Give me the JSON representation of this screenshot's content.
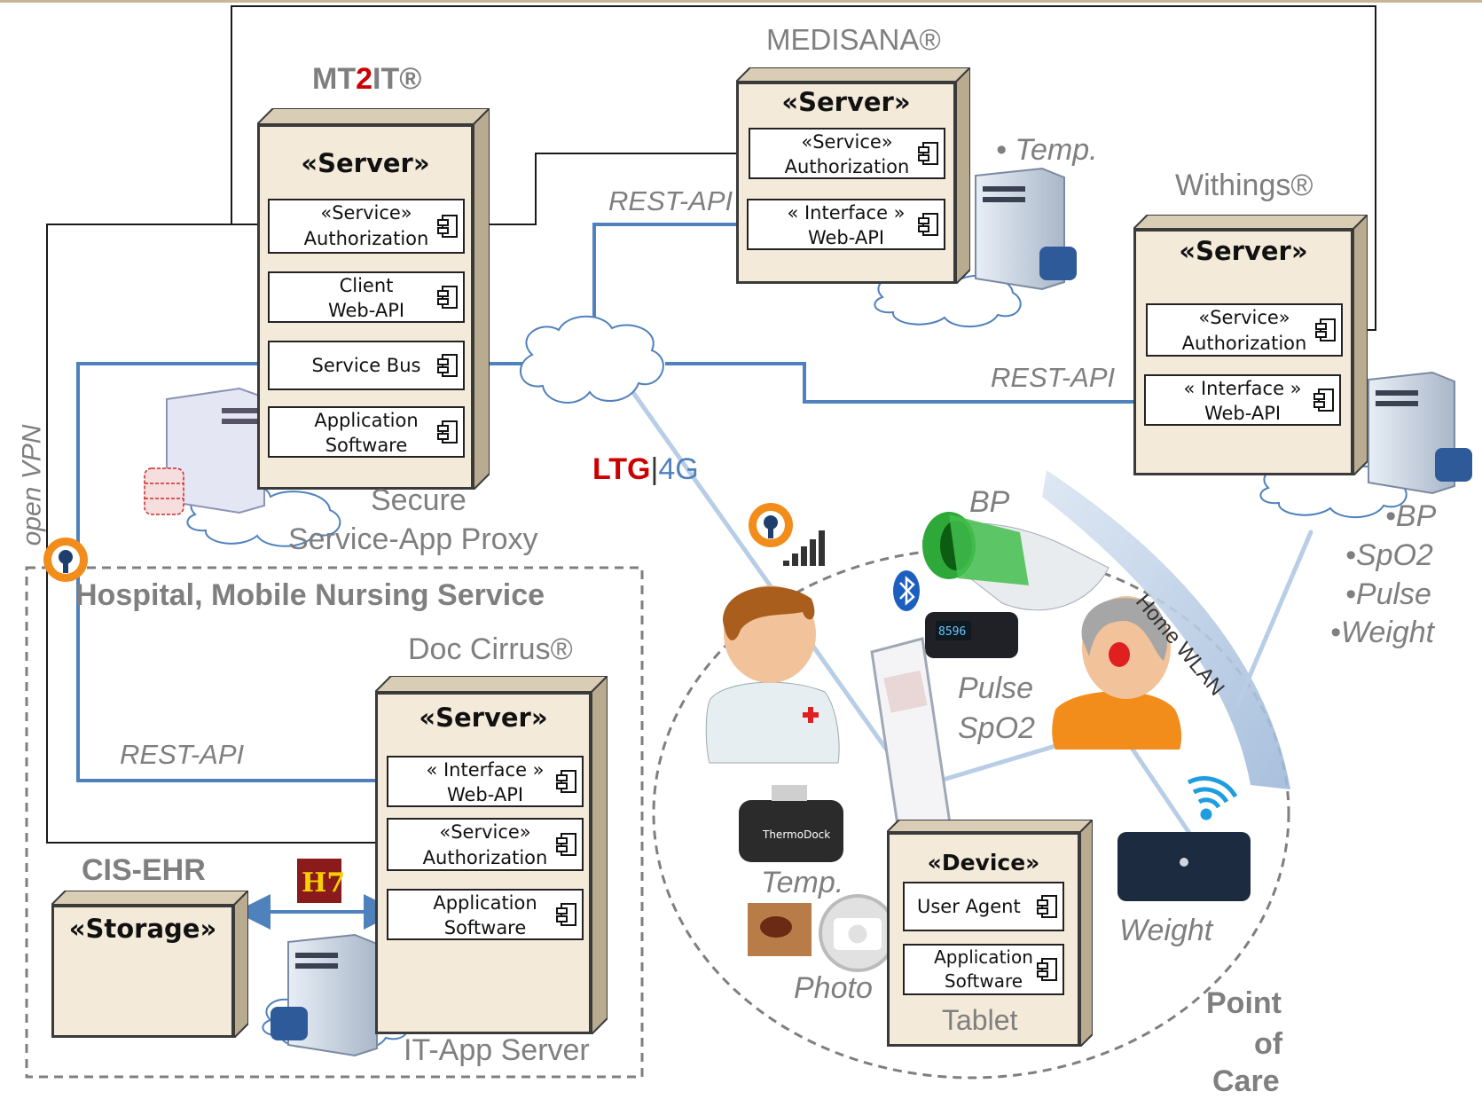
{
  "vendors": {
    "mt2it_prefix": "MT",
    "mt2it_digit": "2",
    "mt2it_suffix": "IT®",
    "medisana": "MEDISANA®",
    "withings": "Withings®",
    "doccirrus": "Doc Cirrus®"
  },
  "nodes": {
    "mt2it": {
      "stereotype": "«Server»",
      "comp_auth": [
        "«Service»",
        "Authorization"
      ],
      "comp_client": [
        "Client",
        "Web-API"
      ],
      "comp_bus": [
        "Service Bus"
      ],
      "comp_app": [
        "Application",
        "Software"
      ],
      "caption_1": "Secure",
      "caption_2": "Service-App  Proxy"
    },
    "medisana": {
      "stereotype": "«Server»",
      "comp_auth": [
        "«Service»",
        "Authorization"
      ],
      "comp_web": [
        "« Interface »",
        "Web-API"
      ]
    },
    "withings": {
      "stereotype": "«Server»",
      "comp_auth": [
        "«Service»",
        "Authorization"
      ],
      "comp_web": [
        "« Interface »",
        "Web-API"
      ]
    },
    "doccirrus": {
      "stereotype": "«Server»",
      "comp_web": [
        "« Interface »",
        "Web-API"
      ],
      "comp_auth": [
        "«Service»",
        "Authorization"
      ],
      "comp_app": [
        "Application",
        "Software"
      ],
      "caption": "IT-App Server"
    },
    "storage": {
      "title": "CIS-EHR",
      "stereotype": "«Storage»"
    },
    "device": {
      "stereotype": "«Device»",
      "comp_agent": [
        "User Agent"
      ],
      "comp_app": [
        "Application",
        "Software"
      ],
      "caption": "Tablet"
    }
  },
  "labels": {
    "rest_api": "REST-API",
    "open_vpn": "open VPN",
    "hospital": "Hospital,  Mobile Nursing  Service",
    "ltg_red": "LTG",
    "ltg_sep": "|",
    "ltg_blue": "4G",
    "home_wlan": "Home WLAN",
    "poc_1": "Point",
    "poc_2": "of",
    "poc_3": "Care",
    "medisana_bullet": "• Temp.",
    "withings_bullets": [
      "•BP",
      "•SpO2",
      "•Pulse",
      "•Weight"
    ],
    "dev_bp": "BP",
    "dev_pulse": "Pulse",
    "dev_spo2": "SpO2",
    "dev_temp": "Temp.",
    "dev_photo": "Photo",
    "dev_weight": "Weight",
    "thermodock": "ThermoDock",
    "oximeter_reading": "8596",
    "hl7": "H7"
  },
  "colors": {
    "node_fill": "#f3ead9",
    "rest_line": "#4f81bd",
    "ltg_red": "#cc0000",
    "ltg_blue": "#4f81bd",
    "label_gray": "#7f7f7f",
    "vpn_orange": "#f28c1a"
  }
}
